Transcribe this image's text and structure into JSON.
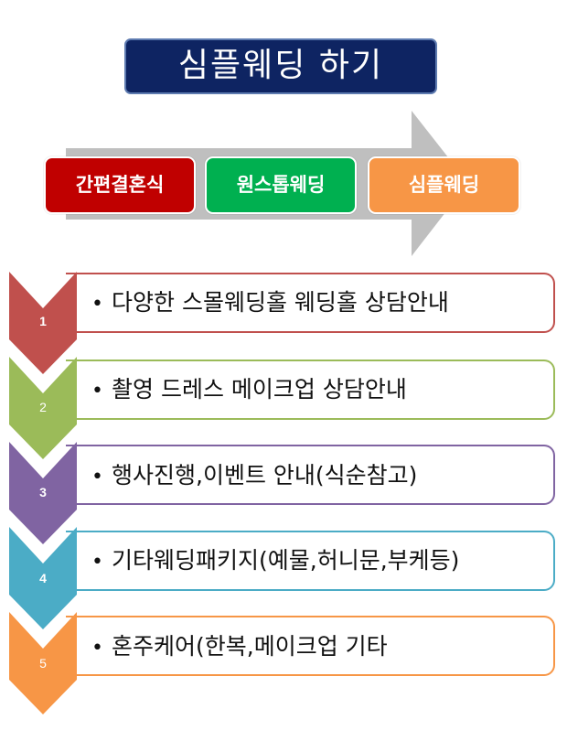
{
  "title": "심플웨딩 하기",
  "colors": {
    "title_bg": "#0e2462",
    "arrow": "#bfbfbf",
    "stage_red": "#c00000",
    "stage_green": "#00b050",
    "stage_orange": "#f79646",
    "step1": "#c0504d",
    "step2": "#9bbb59",
    "step3": "#8064a2",
    "step4": "#4bacc6",
    "step5": "#f79646"
  },
  "process": {
    "stages": [
      {
        "label": "간편결혼식",
        "color": "#c00000"
      },
      {
        "label": "원스톱웨딩",
        "color": "#00b050"
      },
      {
        "label": "심플웨딩",
        "color": "#f79646"
      }
    ]
  },
  "steps": [
    {
      "number": "1",
      "bullet": "•",
      "text": "다양한 스몰웨딩홀 웨딩홀 상담안내",
      "color": "#c0504d"
    },
    {
      "number": "2",
      "bullet": "•",
      "text": "촬영 드레스 메이크업 상담안내",
      "color": "#9bbb59"
    },
    {
      "number": "3",
      "bullet": "•",
      "text": "행사진행,이벤트 안내(식순참고)",
      "color": "#8064a2"
    },
    {
      "number": "4",
      "bullet": "•",
      "text": "기타웨딩패키지(예물,허니문,부케등)",
      "color": "#4bacc6"
    },
    {
      "number": "5",
      "bullet": "•",
      "text": "혼주케어(한복,메이크업 기타",
      "color": "#f79646"
    }
  ]
}
